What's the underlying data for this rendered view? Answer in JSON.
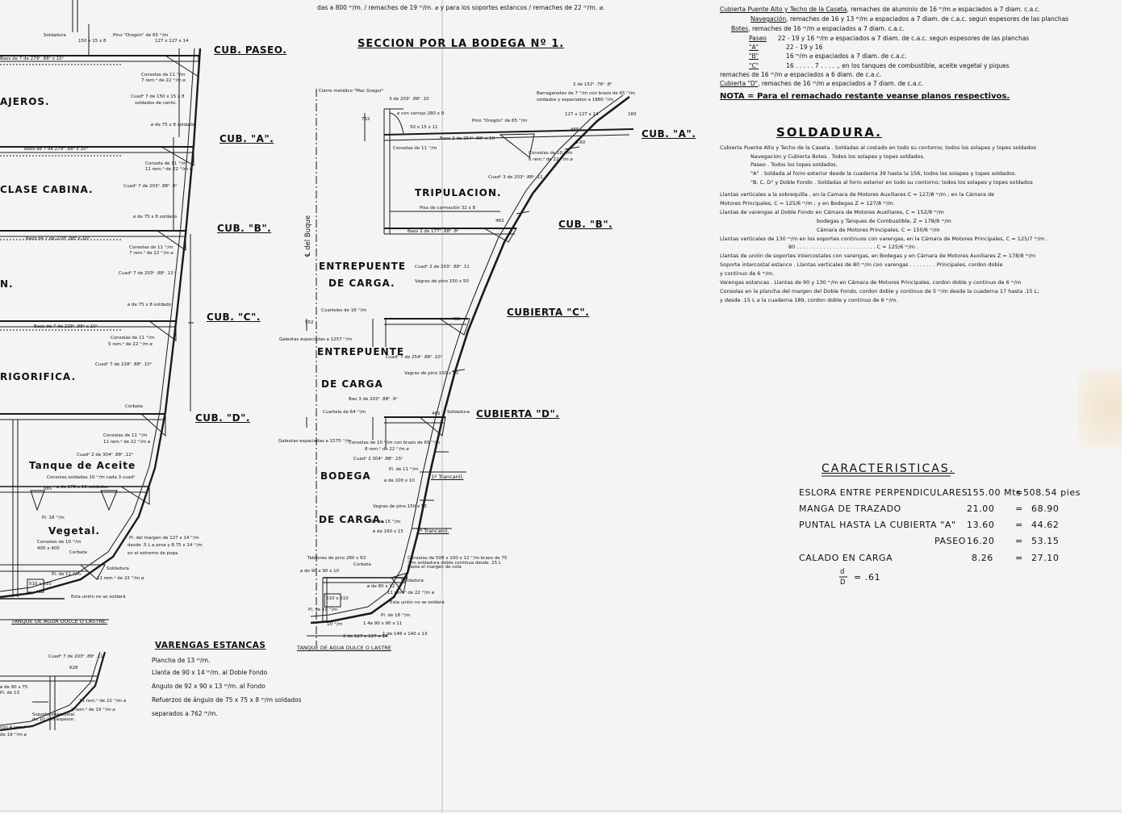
{
  "drawing": {
    "header_cut": "das a 800 ᵐ/m. / remaches de 19 ᵐ/m. ⌀ y para los soportes estancos / remaches de 22 ᵐ/m. ⌀.",
    "section_title": "SECCION POR LA BODEGA Nº 1.",
    "compartments_left": [
      "AJEROS.",
      "CLASE CABINA.",
      "N.",
      "RIGORIFICA.",
      "Tanque de Aceite",
      "Vegetal.",
      "TANQUE DE AGUA DULCE O LASTRE."
    ],
    "compartments_mid": [
      "TRIPULACION.",
      "ENTREPUENTE",
      "DE CARGA.",
      "ENTREPUENTE",
      "DE CARGA",
      "BODEGA",
      "DE CARGA.",
      "TANQUE DE AGUA DULCE O LASTRE"
    ],
    "decks_left": [
      "CUB. PASEO.",
      "CUB. \"A\".",
      "CUB. \"B\".",
      "CUB. \"C\".",
      "CUB. \"D\"."
    ],
    "decks_mid": [
      "CUB. \"A\".",
      "CUB. \"B\".",
      "CUBIERTA \"C\".",
      "CUBIERTA \"D\"."
    ],
    "center_line": "℄ del Buque",
    "stringers": [
      "1º Trancanil.",
      "2º Trancanil."
    ],
    "left_labels": [
      "Soldadura",
      "Pino \"Oregón\" de 65 ᵐ/m",
      "127 x 127 x 14",
      "150 x 15 x 8",
      "Baos de 7 de 279ᵃ .88ᵃ x 10ᵃ",
      "Consolas de 11 ᵐ/m",
      "7 rem.ᵃ de 22 ᵐ/m ⌀",
      "Cuadᵃ 7 de 150 x 15 x 8",
      "soldados de canto.",
      "⌀ de 75 x 8 soldado",
      "Baos de 7 de 279ᵃ .88ᵃ x 10ᵃ",
      "Consola de 11 ᵐ/m",
      "11 rem.ᵃ de 22 ᵐ/m ⌀",
      "Cuadᵃ 7 de 203ᵃ .88ᵃ .9ᵃ",
      "⌀ de 75 x 8 soldado",
      "Baos de 7 de 279ᵃ .88ᵃ x 10ᵃ",
      "Consolas de 11 ᵐ/m",
      "7 rem.ᵃ de 22 ᵐ/m ⌀",
      "Cuadᵃ 7 de 203ᵃ .88ᵃ .11ᵃ",
      "⌀ de 75 x 8 soldado",
      "Baos de 7 de 228ᵃ .88ᵃ x 10ᵃ",
      "Consolas de 11 ᵐ/m",
      "5 rem.ᵃ de 22 ᵐ/m ⌀",
      "Cuadᵃ 7 de 228ᵃ .88ᵃ .10ᵃ",
      "Corbata",
      "Consolas de 11 ᵐ/m",
      "11 rem.ᵃ de 22 ᵐ/m ⌀",
      "Cuadᵃ 2 de 304ᵃ .88ᵃ .12ᵃ",
      "Consolas soldadas 10 ᵐ/m cada 3 cuadᵃ",
      "⌀ de 178 x 10 soldadas",
      "885",
      "Pl. 18 ᵐ/m",
      "Consolas de 10 ᵐ/m",
      "400 x 400",
      "Pl. del margen de 127 x 14 ᵐ/m",
      "desde .5 L a proa y 8.75 x 14 ᵐ/m",
      "en el extremo de popa",
      "Corbata",
      "Soldadura",
      "11 rem.ᵃ de 22 ᵐ/m ⌀",
      "Esta unión no se soldará",
      "510 x 510",
      "Pl. de 11 ᵐ/m"
    ],
    "mid_labels": [
      "Cierre metálico \"Mac Gregor\"",
      "3 de 203ᵃ .88ᵃ .10",
      "⌀ con cerrojo 280 x 9",
      "Pino \"Oregón\" de 65 ᵐ/m",
      "50 x 15 x 11",
      "Barraganetes de 7 ᵐ/m con brazo de 65 ᵐ/m",
      "soldados y espaciados a 1880 ᵐ/m",
      "2 de 152ᵃ .76ᵃ .8ᵃ",
      "127 x 127 x 14",
      "Baos 2 de 254ᵃ .88ᵃ x 10",
      "Cuadᵃ 3 de 203ᵃ .88ᵃ .11",
      "Consolas de 10 ᵐ/m",
      "6 rem.ᵃ de 22 ᵐ/m ⌀",
      "Consolas de 11 ᵐ/m",
      "Pisa de carmación 32 x 8",
      "Baos 2 de 177ᵃ .88ᵃ .8ᵃ",
      "Vagras de pino 150 x 50",
      "Cuadᵃ 2 de 203ᵃ .88ᵃ .11",
      "Cuarteles de 16 ᵐ/m",
      "Galeotas espaciadas a 1257 ᵐ/m",
      "Cuadᵃ 7 de 254ᵃ .88ᵃ .10ᵃ",
      "Vagras de pino 150 x 50",
      "Bao 3 de 203ᵃ .88ᵃ .9ᵃ",
      "Cuartela de 64 ᵐ/m",
      "Galeotas espaciadas a 1575 ᵐ/m",
      "Consolas de 10 ᵐ/m con brazo de 65 ᵐ/m",
      "8 rem.ᵃ de 22 ᵐ/m ⌀",
      "Cuadᵃ 2 304ᵃ .88ᵃ .15ᵃ",
      "Pl. de 11 ᵐ/m",
      "⌀ de 100 x 10",
      "Vagras de pino 150 x 50",
      "Pl. de 15 ᵐ/m",
      "⌀ de 160 x 15",
      "Tablones de pino 280 x 63",
      "Corbata",
      "⌀ de 80 x 12",
      "⌀ de 90 x 90 x 10",
      "Consolas de 508 x 100 x 12 ᵐ/m brazo de 75 ᵐ/m soldadura doble continua desde .15 L hasta el margen de cola",
      "Soldadura",
      "11 rem.ᵃ de 22 ᵐ/m ⌀",
      "Esta unión no se soldará",
      "Pl. de 18 ᵐ/m",
      "Pl. de 10 ᵐ/m",
      "1 de 148 x 140 x 13",
      "10 ᵐ/m",
      "1 4⌀ 90 x 90 x 11",
      "510 x 510",
      "2 de 127 x 127 x 14",
      "Soldadura",
      "762",
      "160",
      "8.60",
      "465",
      "462",
      "552",
      "465",
      "465"
    ],
    "varengas": {
      "title": "VARENGAS ESTANCAS",
      "lines": [
        "Plancha de 13 ᵐ/m.",
        "Llanta de 90 x 14 ᵐ/m. al Doble Fondo",
        "Angulo de 92 x 90 x 13 ᵐ/m. al Fondo",
        "Refuerzos de ángulo de 75 x 75 x 8 ᵐ/m soldados",
        "separados a 762 ᵐ/m."
      ]
    },
    "bottom_left": [
      "Cuadᵃ 7 de 203ᵃ .88ᵃ .11ᵃ",
      "628",
      "⌀ de 90 x 75",
      "8 rem.ᵃ de 19 ᵐ/m ⌀",
      "11 rem.ᵃ de 22 ᵐ/m ⌀",
      "Soporte intercostal de 10 ᵐ/m espesor.",
      "con 4 rem.ᵃ",
      "de 19 ᵐ/m ⌀",
      "Pl. de 13"
    ]
  },
  "remachado": {
    "lines": [
      {
        "lbl": "Cubierta Puente Alto y Techo de la Caseta",
        "txt": ", remaches de aluminio de 16 ᵐ/m ⌀ espaciados a 7 diam. c.a.c."
      },
      {
        "lbl": "Navegación",
        "txt": ", remaches de 16 y 13 ᵐ/m ⌀ espaciados a 7 diam. de c.a.c. segun espesores de las planchas"
      },
      {
        "lbl": "Botes",
        "txt": ", remaches de 16 ᵐ/m ⌀ espaciados a 7 diam. c.a.c."
      },
      {
        "lbl": "Paseo",
        "txt": "22 - 19 y 16 ᵐ/m ⌀ espaciados a 7 diam. de c.a.c. segun espesores de las planchas"
      },
      {
        "lbl": "\"A\"",
        "txt": "22 - 19 y 16"
      },
      {
        "lbl": "\"B\"",
        "txt": "16 ᵐ/m ⌀ espaciados a 7 diam. de c.a.c."
      },
      {
        "lbl": "\"C\"",
        "txt": "16 . . . . . 7 . . . . ., en los tanques de combustible, aceite vegetal y piques"
      },
      {
        "lbl": "",
        "txt": "remaches de 16 ᵐ/m ⌀ espaciados a 6 diam. de c.a.c."
      },
      {
        "lbl": "Cubierta \"D\"",
        "txt": ", remaches de 16 ᵐ/m ⌀ espaciados a 7 diam. de c.a.c."
      }
    ],
    "note": "NOTA = Para el remachado restante veanse planos respectivos."
  },
  "soldadura": {
    "title": "SOLDADURA.",
    "lines": [
      "Cubierta Puente Alto y Techo de la Caseta . Soldadas al costado en todo su contorno; todos los solapes y topes soldados",
      "Navegacion y Cubierta Botes . Todos los solapes y topes soldados.",
      "Paseo . Todos los topes soldados.",
      "\"A\" . Soldada al forro exterior desde la cuaderna 39 hasta la 156; todos los solapes y topes soldados.",
      "\"B, C, D\" y Doble Fondo . Soldadas al forro exterior en todo su contorno; todos los solapes y topes soldados",
      "Llantas verticales a la sobrequilla , en la Camara de Motores Auxiliares C = 127/8 ᵐ/m ; en la Cámara de",
      "Motores Principales, C = 125/6 ᵐ/m ; y en Bodegas Z = 127/8 ᵐ/m.",
      "Llantas de varengas al Doble Fondo en Cámara de Motores Auxiliares, C = 152/8 ᵐ/m",
      "bodegas y Tanques de Combustible, Z = 178/8 ᵐ/m",
      "Cámara de Motores Principales. C = 150/6 ᵐ/m",
      "Llantas verticales de 130 ᵐ/m en los soportes continuos con varengas, en la Cámara de Motores Principales, C = 125/7 ᵐ/m .",
      "80 . . . . . . . . . . . . . . . . . . . . . . . . C = 125/6 ᵐ/m .",
      "Llantas de unión de soportes intercostales con varengas, en Bodegas y en Cámara de Motores Auxiliares Z = 178/8 ᵐ/m",
      "Soporte intercostal estanco . Llantas verticales de 80 ᵐ/m con varengas . . . . . . . . Principales, cordon doble",
      "y continuo de 6 ᵐ/m.",
      "Varengas estancas . Llantas de 90 y 130 ᵐ/m en Cámara de Motores Principales, cordon doble y continuo de 6 ᵐ/m",
      "Consolas en la plancha del margen del Doble Fondo, cordon doble y continuo de 5 ᵐ/m desde la cuaderna 17 hasta .15 L;",
      "y desde .15 L a la cuaderna 189, cordon doble y continuo de 6 ᵐ/m."
    ]
  },
  "caracteristicas": {
    "title": "CARACTERISTICAS.",
    "rows": [
      {
        "label": "ESLORA ENTRE PERPENDICULARES",
        "a": "155.00 Mts",
        "eq": "=",
        "b": "508.54 pies"
      },
      {
        "label": "MANGA DE TRAZADO",
        "a": "21.00",
        "eq": "=",
        "b": "68.90"
      },
      {
        "label": "PUNTAL HASTA LA CUBIERTA \"A\"",
        "a": "13.60",
        "eq": "=",
        "b": "44.62"
      },
      {
        "label": "PASEO",
        "a": "16.20",
        "eq": "=",
        "b": "53.15"
      },
      {
        "label": "CALADO EN CARGA",
        "a": "8.26",
        "eq": "=",
        "b": "27.10"
      }
    ],
    "ratio_num": "d",
    "ratio_den": "D",
    "ratio_val": "= .61"
  }
}
